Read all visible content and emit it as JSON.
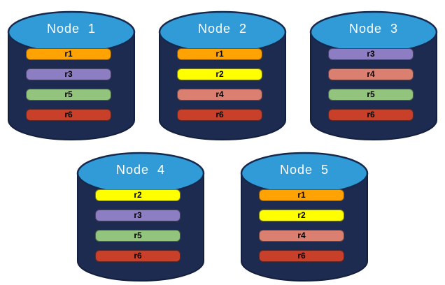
{
  "diagram": {
    "kind": "database-replica-distribution"
  },
  "colors": {
    "cylinder_body": "#1E2B50",
    "cylinder_stroke": "#141F3E",
    "cylinder_top": "#319BD7",
    "cylinder_top_stroke": "#15294E",
    "title_text": "#FFFFFF",
    "bar_text": "#000000",
    "replicas": {
      "r1": "#FFA204",
      "r2": "#FFFF00",
      "r3": "#8D7EC3",
      "r4": "#DB8070",
      "r5": "#93C47D",
      "r6": "#C9402A"
    }
  },
  "nodes": [
    {
      "label": "Node  1",
      "replicas": [
        "r1",
        "r3",
        "r5",
        "r6"
      ]
    },
    {
      "label": "Node  2",
      "replicas": [
        "r1",
        "r2",
        "r4",
        "r6"
      ]
    },
    {
      "label": "Node  3",
      "replicas": [
        "r3",
        "r4",
        "r5",
        "r6"
      ]
    },
    {
      "label": "Node  4",
      "replicas": [
        "r2",
        "r3",
        "r5",
        "r6"
      ]
    },
    {
      "label": "Node  5",
      "replicas": [
        "r1",
        "r2",
        "r4",
        "r6"
      ]
    }
  ]
}
